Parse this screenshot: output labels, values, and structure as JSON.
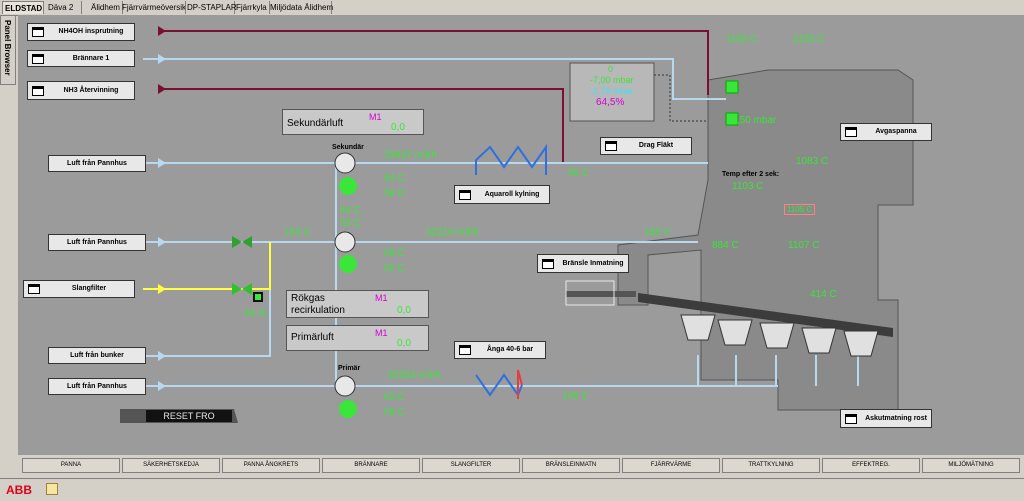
{
  "tabs": [
    "ELDSTAD",
    "Däva 2",
    "Älidhem",
    "Fjärrvärmeöversikt",
    "DP-STAPLAR",
    "Fjärrkyla",
    "Miljödata Älidhem"
  ],
  "panel_browser": "Panel Browser",
  "left_boxes": {
    "nh4oh": "NH4OH insprutning",
    "brannare1": "Brännare 1",
    "nh3": "NH3 Återvinning",
    "luft1": "Luft från Pannhus",
    "luft2": "Luft från Pannhus",
    "slangfilter": "Slangfilter",
    "luft_bunker": "Luft från bunker",
    "luft3": "Luft från Pannhus"
  },
  "right_boxes": {
    "drag": "Drag Fläkt",
    "avgaspanna": "Avgaspanna",
    "aquaroll": "Aquaroll kylning",
    "bransle": "Bränsle Inmatning",
    "anga": "Ånga 40-6 bar",
    "askutmatning": "Askutmatning rost"
  },
  "info": {
    "sekundarluft": {
      "label": "Sekundärluft",
      "mode": "M1",
      "value": "0,0"
    },
    "rokgas": {
      "label": "Rökgas recirkulation",
      "mode": "M1",
      "value": "0,0"
    },
    "primarluft": {
      "label": "Primärluft",
      "mode": "M1",
      "value": "0,0"
    }
  },
  "fans": {
    "sekundar": "Sekundär",
    "primar": "Primär"
  },
  "pressure": {
    "a": "0",
    "b": "-7,00 mbar",
    "c": "-1,70 mbar",
    "d": "64,5%"
  },
  "values": {
    "t1": "1156 C",
    "t2": "1155 C",
    "furnace_p": "-1,50 mbar",
    "t3": "1083 C",
    "temp_after_label": "Temp efter 2 sek:",
    "temp_after": "1103 C",
    "t4": "1105 C",
    "t5": "884 C",
    "t6": "1107 C",
    "t7": "414 C",
    "flow_sek": "29937 m3/h",
    "sek_t1": "64 C",
    "sek_t2": "58 C",
    "aqua_t": "55 C",
    "mid_t1": "44 C",
    "mid_t2": "55 C",
    "left_t": "153 C",
    "flow_mid": "32216 m3/h",
    "right_t": "150 C",
    "fan_t1": "69 C",
    "fan_t2": "62 C",
    "valve_pct": "94 %",
    "flow_pri": "82284 m3/h",
    "pri_t1": "63 C",
    "pri_t2": "59 C",
    "pri_out_t": "145 C"
  },
  "reset_label": "RESET FRO",
  "bottom_buttons": [
    "PANNA",
    "SÄKERHETSKEDJA",
    "PANNA ÅNGKRETS",
    "BRÄNNARE",
    "SLANGFILTER",
    "BRÄNSLEINMATN",
    "FJÄRRVÄRME",
    "TRATTKYLNING",
    "EFFEKTREG.",
    "MILJÖMÄTNING"
  ],
  "colors": {
    "air": "#b8d8f0",
    "dark_red": "#7a1030",
    "yellow": "#ffff40",
    "value_green": "#39e639",
    "mode_magenta": "#d400d4"
  }
}
